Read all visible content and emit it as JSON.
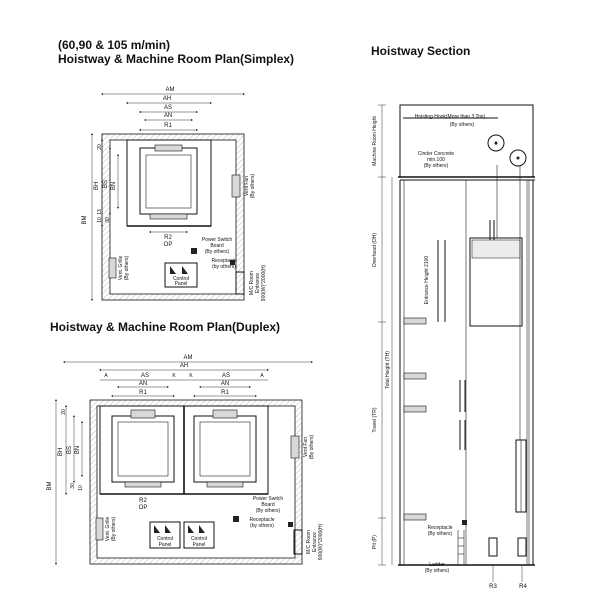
{
  "titles": {
    "speed": "(60,90 & 105 m/min)",
    "simplex": "Hoistway & Machine Room Plan(Simplex)",
    "duplex": "Hoistway & Machine Room Plan(Duplex)",
    "section": "Hoistway Section"
  },
  "simplex": {
    "AM": "AM",
    "AH": "AH",
    "AS": "AS",
    "AN": "AN",
    "R1": "R1",
    "R2": "R2",
    "OP": "OP",
    "BH": "BH",
    "BS": "BS",
    "BN": "BN",
    "BM": "BM",
    "d20": "20",
    "d13": "13",
    "d10": "10",
    "d30": "30",
    "vent_fan": "Vent Fan",
    "by_others": "(By others)",
    "power_switch": "Power Switch",
    "board": "Board",
    "by_others2": "(By others)",
    "receptacle": "Receptacle",
    "by_others3": "(by others)",
    "vent_grille": "Vent. Grille",
    "by_others4": "(By others)",
    "control": "Control",
    "panel": "Panel",
    "mr_access": "M/C Room",
    "entrance": "Entrance",
    "entrance_size": "900(W)*2000(H)"
  },
  "duplex": {
    "AM": "AM",
    "AH": "AH",
    "A": "A",
    "AS": "AS",
    "AN": "AN",
    "R1": "R1",
    "K": "K",
    "R2": "R2",
    "OP": "OP",
    "BH": "BH",
    "BS": "BS",
    "BN": "BN",
    "BM": "BM",
    "d20": "20",
    "d30": "30",
    "d10": "10",
    "vent_fan": "Vent Fan",
    "by_others": "(By others)",
    "power_switch": "Power Switch",
    "board": "Board",
    "by_others2": "(By others)",
    "receptacle": "Receptacle",
    "by_others3": "(by others)",
    "vent_grille": "Vent. Grille",
    "by_others4": "(By others)",
    "control": "Control",
    "panel": "Panel",
    "mr_access": "M/C Room",
    "entrance": "Entrance",
    "entrance_size": "900(W)*2000(H)"
  },
  "section": {
    "hoisting_hook": "Hoisting Hook(More than 3 Ton)",
    "by_others_hook": "(By others)",
    "mr_height": "Machine Room Height",
    "cinder_concrete": "Cinder Concrete",
    "min100": "min.100",
    "by_others_cc": "(By others)",
    "overhead": "Overhead (OH)",
    "entrance_height": "Entrance Height 2100",
    "total_height": "Total Height (TH)",
    "travel": "Travel (TR)",
    "pit": "Pit (P)",
    "receptacle": "Receptacle",
    "by_others_rc": "(By others)",
    "ladder": "Ladder",
    "by_others_ld": "(By others)",
    "R3": "R3",
    "R4": "R4"
  }
}
